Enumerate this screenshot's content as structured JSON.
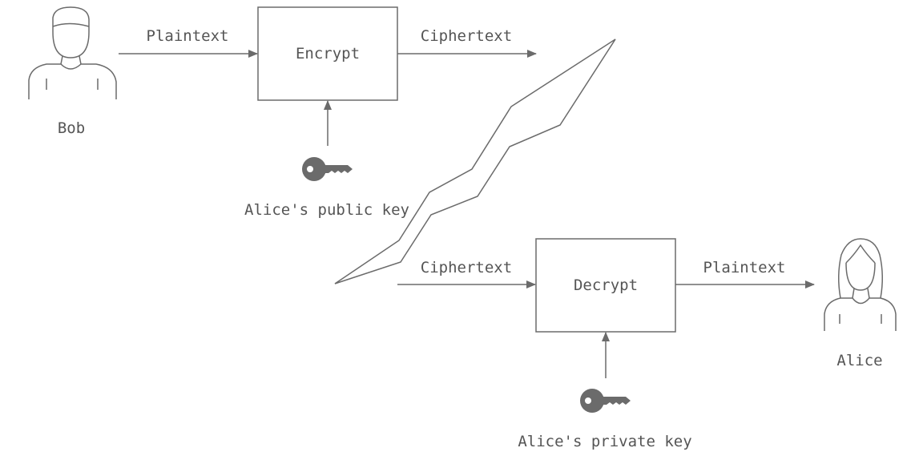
{
  "sender": {
    "name": "Bob",
    "icon": "person-male-icon"
  },
  "receiver": {
    "name": "Alice",
    "icon": "person-female-icon"
  },
  "encrypt_stage": {
    "box_label": "Encrypt",
    "input_label": "Plaintext",
    "output_label": "Ciphertext",
    "key_label": "Alice's public key",
    "key_icon": "key-icon"
  },
  "decrypt_stage": {
    "box_label": "Decrypt",
    "input_label": "Ciphertext",
    "output_label": "Plaintext",
    "key_label": "Alice's private key",
    "key_icon": "key-icon"
  },
  "channel_icon": "lightning-channel",
  "colors": {
    "stroke": "#6b6b6b",
    "text": "#555555"
  }
}
